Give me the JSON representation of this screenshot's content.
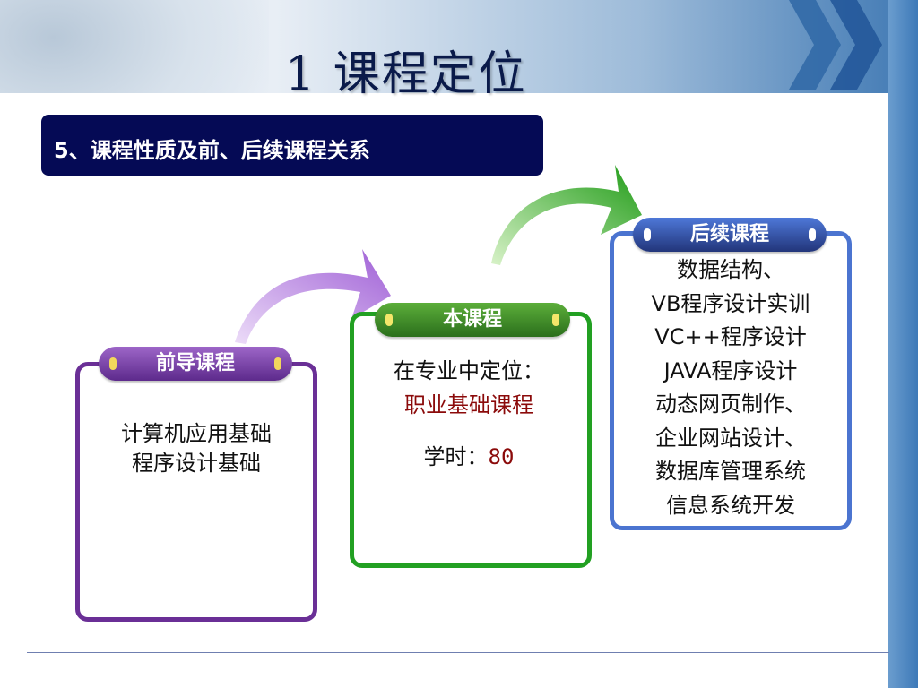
{
  "slide": {
    "title": "1 课程定位",
    "section": "5、课程性质及前、后续课程关系"
  },
  "prerequisite": {
    "label": "前导课程",
    "courses": [
      "计算机应用基础",
      "程序设计基础"
    ]
  },
  "current": {
    "label": "本课程",
    "position_label": "在专业中定位：",
    "position_value": "职业基础课程",
    "hours_label": "学时：",
    "hours_value": "80"
  },
  "subsequent": {
    "label": "后续课程",
    "courses": [
      "数据结构、",
      "VB程序设计实训",
      "VC++程序设计",
      "JAVA程序设计",
      "动态网页制作、",
      "企业网站设计、",
      "数据库管理系统",
      "信息系统开发"
    ]
  },
  "colors": {
    "title": "#0a1a4a",
    "section_bar": "#050a55",
    "prerequisite": "#6a2f96",
    "current": "#22a022",
    "subsequent": "#4b74d0",
    "highlight": "#8b0a0a"
  }
}
